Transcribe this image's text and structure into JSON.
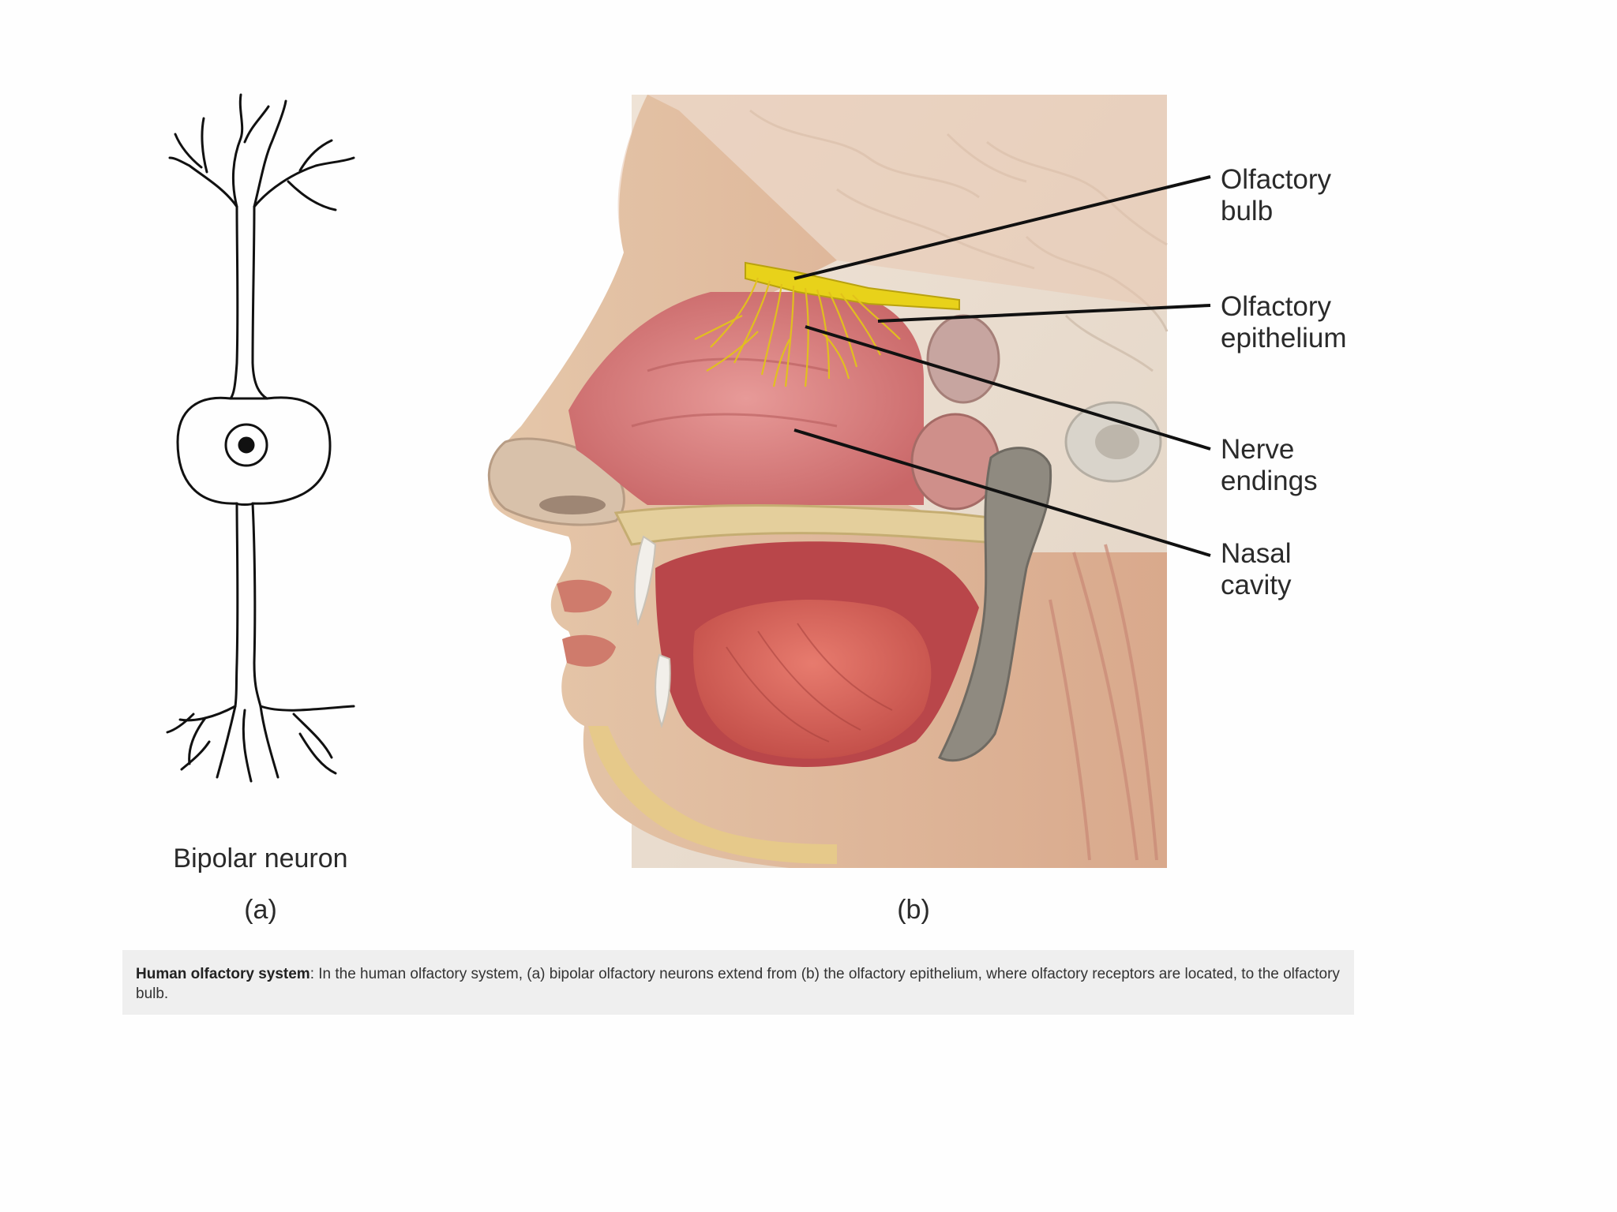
{
  "panel_a": {
    "caption": "Bipolar neuron",
    "letter": "(a)"
  },
  "panel_b": {
    "letter": "(b)",
    "labels": {
      "olfactory_bulb": [
        "Olfactory",
        "bulb"
      ],
      "olfactory_epithelium": [
        "Olfactory",
        "epithelium"
      ],
      "nerve_endings": [
        "Nerve",
        "endings"
      ],
      "nasal_cavity": [
        "Nasal",
        "cavity"
      ]
    }
  },
  "caption": {
    "title": "Human olfactory system",
    "text": ": In the human olfactory system, (a) bipolar olfactory neurons extend from (b) the olfactory epithelium, where olfactory receptors are located, to the olfactory bulb."
  },
  "colors": {
    "nerve_yellow": "#e8d21a",
    "tissue_pink": "#d9787a",
    "skin": "#e8c9a8",
    "brain": "#e9ddd0",
    "caption_bg": "#efefef"
  }
}
